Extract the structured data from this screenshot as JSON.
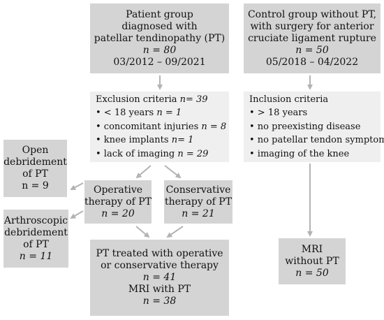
{
  "patient_group": {
    "line1": "Patient group",
    "line2": "diagnosed with",
    "line3": "patellar tendinopathy (PT)",
    "n_label": "n = 80",
    "period": "03/2012 – 09/2021"
  },
  "control_group": {
    "line1": "Control group without PT,",
    "line2": "with surgery for anterior",
    "line3": "cruciate ligament rupture",
    "n_label": "n = 50",
    "period": "05/2018 – 04/2022"
  },
  "exclusion": {
    "title": "Exclusion criteria",
    "title_n": "n= 39",
    "items": [
      {
        "text": "• < 18 years",
        "n": "n = 1"
      },
      {
        "text": "• concomitant injuries",
        "n": "n = 8"
      },
      {
        "text": "• knee implants",
        "n": "n= 1"
      },
      {
        "text": "• lack of imaging",
        "n": "n = 29"
      }
    ]
  },
  "inclusion": {
    "title": "Inclusion criteria",
    "items": [
      "• > 18 years",
      "• no preexisting disease",
      "• no patellar tendon symptoms",
      "• imaging of the knee"
    ]
  },
  "open_debridement": {
    "line1": "Open",
    "line2": "debridement",
    "line3": "of PT",
    "n_label": "n = 9"
  },
  "arthroscopic_debridement": {
    "line1": "Arthroscopic",
    "line2": "debridement",
    "line3": "of PT",
    "n_label": "n = 11"
  },
  "operative": {
    "line1": "Operative",
    "line2": "therapy of PT",
    "n_label": "n = 20"
  },
  "conservative": {
    "line1": "Conservative",
    "line2": "therapy of PT",
    "n_label": "n = 21"
  },
  "treated": {
    "line1": "PT treated with operative",
    "line2": "or conservative therapy",
    "n_label": "n = 41",
    "mri_label": "MRI with PT",
    "mri_n": "n = 38"
  },
  "mri_control": {
    "line1": "MRI",
    "line2": "without PT",
    "n_label": "n = 50"
  },
  "colors": {
    "dark_box": "#d4d4d4",
    "light_box": "#efefef",
    "arrow": "#b3b3b3"
  }
}
